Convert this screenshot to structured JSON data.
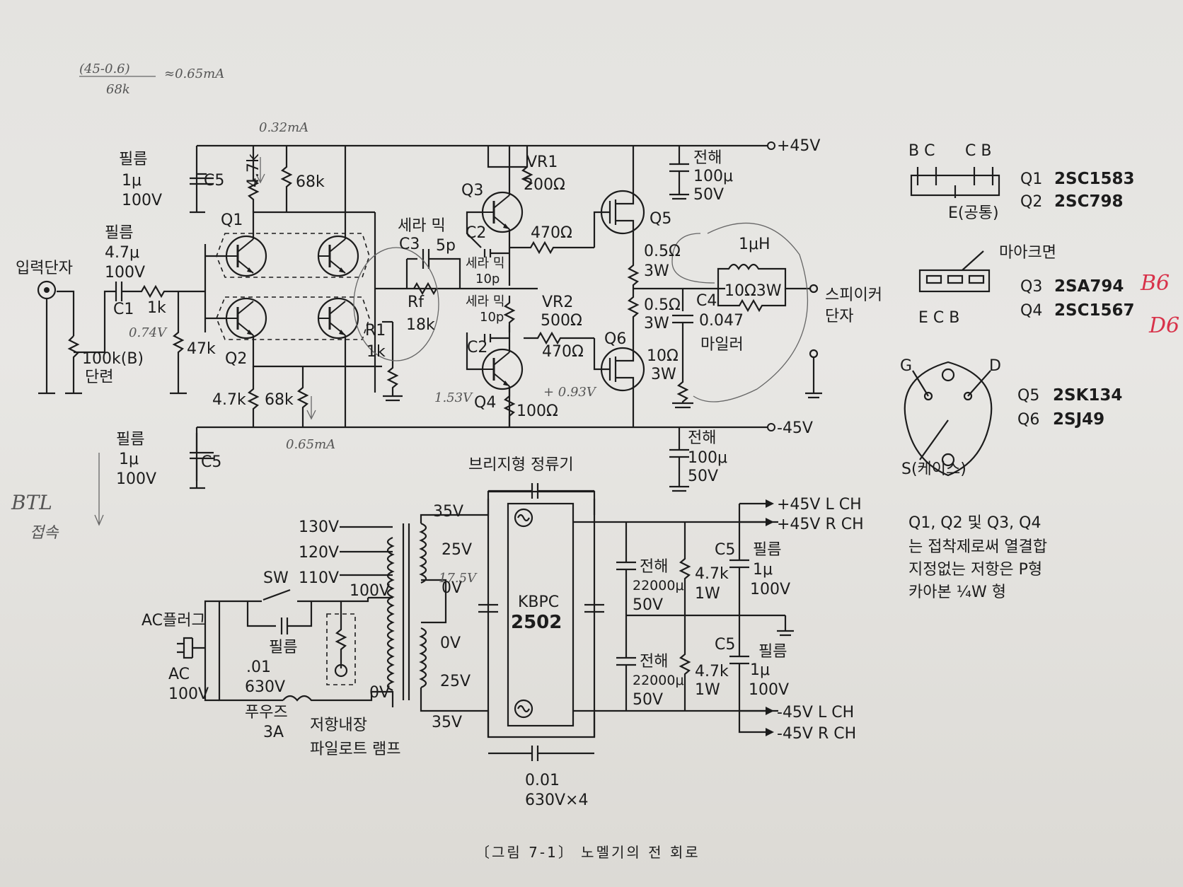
{
  "pencil": {
    "formula_num": "(45-0.6)",
    "formula_den": "68k",
    "formula_res": "≈0.65mA",
    "i1": "0.32mA",
    "i2": "0.65mA",
    "v1": "0.74V",
    "v2": "1.53V",
    "v3": "+ 0.93V",
    "v4": "17.5V",
    "btl": "BTL",
    "btl2": "접속"
  },
  "red": {
    "r1": "B6",
    "r2": "D6"
  },
  "labels": {
    "plus45": "+45V",
    "minus45": "-45V",
    "film1": "필름",
    "film1_val": "1μ",
    "film1_v": "100V",
    "c5": "C5",
    "r47k": "4.7k",
    "r68k": "68k",
    "q1": "Q1",
    "q2": "Q2",
    "film2": "필름",
    "film2_val": "4.7μ",
    "film2_v": "100V",
    "input": "입력단자",
    "c1": "C1",
    "r1k": "1k",
    "r100k": "100k(B)",
    "danryeon": "단련",
    "r47k2": "47k",
    "r47k3": "4.7k",
    "r68k2": "68k",
    "film3": "필름",
    "film3_val": "1μ",
    "film3_v": "100V",
    "c5b": "C5",
    "c3": "C3",
    "rf": "Rf",
    "rf_val": "18k",
    "r1": "R1",
    "r1_val": "1k",
    "cera1": "세라 믹",
    "cera1_val": "5p",
    "c2": "C2",
    "cera2": "세라 믹",
    "cera2_val": "10p",
    "cera3": "세라 믹",
    "cera3_val": "10p",
    "c2b": "C2",
    "q3": "Q3",
    "q4": "Q4",
    "vr1": "VR1",
    "vr1_val": "200Ω",
    "r470": "470Ω",
    "vr2": "VR2",
    "vr2_val": "500Ω",
    "r470b": "470Ω",
    "r100": "100Ω",
    "q5": "Q5",
    "q6": "Q6",
    "r05a": "0.5Ω",
    "r05a_w": "3W",
    "r05b": "0.5Ω",
    "r05b_w": "3W",
    "r10": "10Ω",
    "r10_w": "3W",
    "elec1": "전해",
    "elec1_val": "100μ",
    "elec1_v": "50V",
    "elec2": "전해",
    "elec2_val": "100μ",
    "elec2_v": "50V",
    "l1": "1μH",
    "l1_r": "10Ω3W",
    "c4": "C4",
    "c4_val": "0.047",
    "mylar": "마일러",
    "spk": "스피이커",
    "spk2": "단자",
    "bridge": "브리지형 정류기",
    "kbpc": "KBPC",
    "kbpc2": "2502",
    "v35a": "35V",
    "v25a": "25V",
    "v0a": "0V",
    "v0b": "0V",
    "v25b": "25V",
    "v35b": "35V",
    "v130": "130V",
    "v120": "120V",
    "sw": "SW",
    "v110": "110V",
    "v100": "100V",
    "v0c": "0V",
    "acplug": "AC플러그",
    "ac": "AC",
    "ac100": "100V",
    "film4": "필름",
    "film4_val": ".01",
    "film4_v": "630V",
    "fuse": "푸우즈",
    "fuse_val": "3A",
    "lamp": "저항내장",
    "lamp2": "파일로트 램프",
    "cap_bot": "0.01",
    "cap_bot2": "630V×4",
    "elec3": "전해",
    "elec3_val": "22000μ",
    "elec3_v": "50V",
    "elec4": "전해",
    "elec4_val": "22000μ",
    "elec4_v": "50V",
    "r47ka": "4.7k",
    "r47ka_w": "1W",
    "r47kb": "4.7k",
    "r47kb_w": "1W",
    "c5c": "C5",
    "film5": "필름",
    "film5_val": "1μ",
    "film5_v": "100V",
    "c5d": "C5",
    "film6": "필름",
    "film6_val": "1μ",
    "film6_v": "100V",
    "out1": "+45V L CH",
    "out2": "+45V R CH",
    "out3": "-45V L CH",
    "out4": "-45V R CH",
    "pin_bc": "B C",
    "pin_cb": "C B",
    "pin_e": "E(공통)",
    "q1p": "Q1",
    "q1p_part": "2SC1583",
    "q2p": "Q2",
    "q2p_part": "2SC798",
    "mark": "마아크면",
    "pin_ecb": "E  C  B",
    "q3p": "Q3",
    "q3p_part": "2SA794",
    "q4p": "Q4",
    "q4p_part": "2SC1567",
    "pin_g": "G",
    "pin_d": "D",
    "pin_s": "S(케이스)",
    "q5p": "Q5",
    "q5p_part": "2SK134",
    "q6p": "Q6",
    "q6p_part": "2SJ49",
    "note1": "Q1, Q2  및  Q3, Q4",
    "note2": "는 접착제로써 열결합",
    "note3": "지정없는 저항은 P형",
    "note4": "카아본 ¼W 형"
  },
  "caption": "〔그림 7-1〕 노멜기의 전 회로"
}
